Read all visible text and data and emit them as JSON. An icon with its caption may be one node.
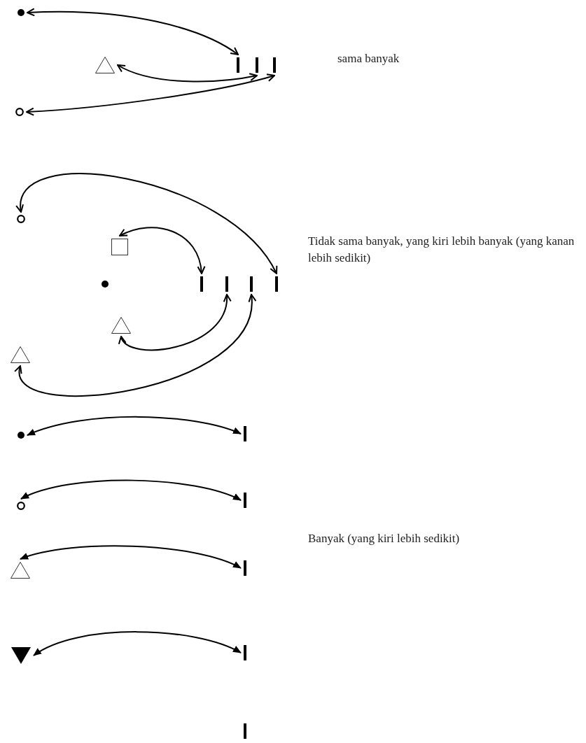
{
  "diagram": {
    "nodes": [
      {
        "text": [],
        "shape": "dot"
      },
      {
        "text": [],
        "shape": "triangle"
      },
      {
        "text": [],
        "shape": "bar"
      },
      {
        "text": [],
        "shape": "bar"
      },
      {
        "text": [],
        "shape": "bar"
      },
      {
        "text": [],
        "shape": "circle"
      },
      {
        "text": [],
        "shape": "circle"
      },
      {
        "text": [],
        "shape": "box"
      },
      {
        "text": [],
        "shape": "dot"
      },
      {
        "text": [],
        "shape": "bar"
      },
      {
        "text": [],
        "shape": "bar"
      },
      {
        "text": [],
        "shape": "bar"
      },
      {
        "text": [],
        "shape": "bar"
      },
      {
        "text": [],
        "shape": "triangle"
      },
      {
        "text": [],
        "shape": "triangle"
      },
      {
        "text": [],
        "shape": "dot"
      },
      {
        "text": [],
        "shape": "bar"
      },
      {
        "text": [],
        "shape": "circle"
      },
      {
        "text": [],
        "shape": "bar"
      },
      {
        "text": [],
        "shape": "triangle"
      },
      {
        "text": [],
        "shape": "bar"
      },
      {
        "text": [],
        "shape": "triangle"
      },
      {
        "text": [],
        "shape": "bar"
      },
      {
        "text": [],
        "shape": "bar"
      }
    ],
    "edges": [
      {
        "from": 0,
        "to": 2,
        "arrow": "both"
      },
      {
        "from": 1,
        "to": 3,
        "arrow": "both"
      },
      {
        "from": 5,
        "to": 4,
        "arrow": "both"
      },
      {
        "from": 6,
        "to": 12,
        "arrow": "both"
      },
      {
        "from": 7,
        "to": 9,
        "arrow": "both"
      },
      {
        "from": 13,
        "to": 10,
        "arrow": "both"
      },
      {
        "from": 14,
        "to": 11,
        "arrow": "both"
      },
      {
        "from": 15,
        "to": 16,
        "arrow": "both"
      },
      {
        "from": 17,
        "to": 18,
        "arrow": "both"
      },
      {
        "from": 19,
        "to": 20,
        "arrow": "both"
      },
      {
        "from": 21,
        "to": 22,
        "arrow": "both"
      }
    ],
    "labels": [
      "sama banyak",
      "Tidak sama banyak, yang kiri lebih banyak (yang kanan lebih sedikit)",
      "Banyak (yang kiri lebih sedikit)"
    ]
  }
}
